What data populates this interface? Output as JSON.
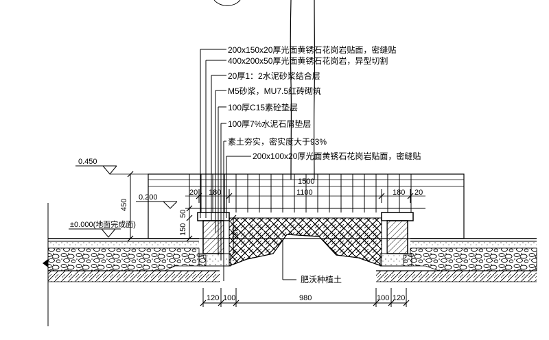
{
  "callouts": [
    "200x150x20厚光面黄锈石花岗岩贴面，密缝贴",
    "400x200x50厚光面黄锈石花岗岩，异型切割",
    "20厚1：2水泥砂浆结合层",
    "M5砂浆，MU7.5红砖砌筑",
    "100厚C15素砼垫层",
    "100厚7%水泥石屑垫层",
    "素土夯实，密实度大于93%"
  ],
  "callout_lower": "200x100x20厚光面黄锈石花岗岩贴面，密缝贴",
  "soil_label": "肥沃种植土",
  "levels": {
    "top": "0.450",
    "mid": "0.200",
    "ground": "±0.000(地面完成面)"
  },
  "dims": {
    "height_450": "450",
    "height_150": "150",
    "height_50": "50",
    "height_220": "220",
    "left_20": "20",
    "right_20": "20",
    "left_180": "180",
    "right_180": "180",
    "width_1500": "1500",
    "width_1100": "1100",
    "bottom_120_left": "120",
    "bottom_100_left": "100",
    "bottom_980": "980",
    "bottom_100_right": "100",
    "bottom_120_right": "120"
  }
}
